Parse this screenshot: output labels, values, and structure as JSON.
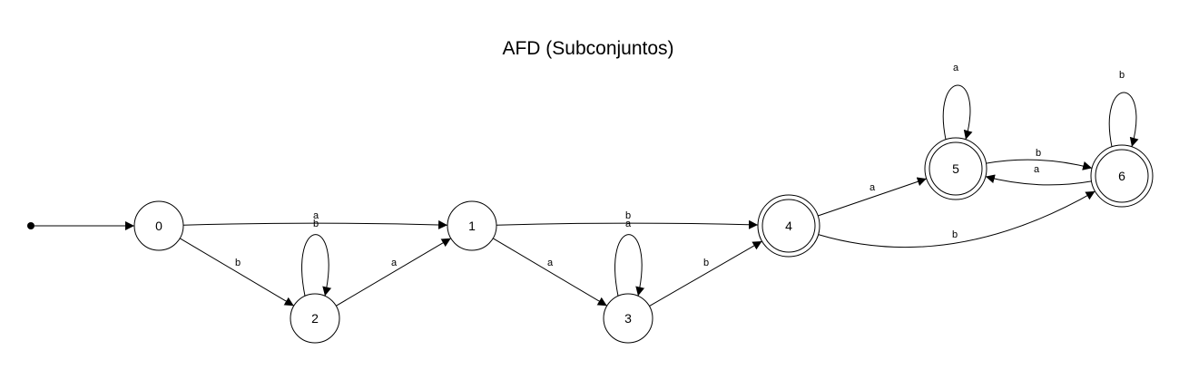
{
  "title": "AFD (Subconjuntos)",
  "start_state": "0",
  "states": [
    {
      "id": "0",
      "label": "0",
      "accepting": false
    },
    {
      "id": "1",
      "label": "1",
      "accepting": false
    },
    {
      "id": "2",
      "label": "2",
      "accepting": false
    },
    {
      "id": "3",
      "label": "3",
      "accepting": false
    },
    {
      "id": "4",
      "label": "4",
      "accepting": true
    },
    {
      "id": "5",
      "label": "5",
      "accepting": true
    },
    {
      "id": "6",
      "label": "6",
      "accepting": true
    }
  ],
  "transitions": [
    {
      "from": "0",
      "to": "1",
      "symbol": "a"
    },
    {
      "from": "0",
      "to": "2",
      "symbol": "b"
    },
    {
      "from": "2",
      "to": "2",
      "symbol": "b"
    },
    {
      "from": "2",
      "to": "1",
      "symbol": "a"
    },
    {
      "from": "1",
      "to": "4",
      "symbol": "b"
    },
    {
      "from": "1",
      "to": "3",
      "symbol": "a"
    },
    {
      "from": "3",
      "to": "3",
      "symbol": "a"
    },
    {
      "from": "3",
      "to": "4",
      "symbol": "b"
    },
    {
      "from": "4",
      "to": "5",
      "symbol": "a"
    },
    {
      "from": "4",
      "to": "6",
      "symbol": "b"
    },
    {
      "from": "5",
      "to": "5",
      "symbol": "a"
    },
    {
      "from": "5",
      "to": "6",
      "symbol": "b"
    },
    {
      "from": "6",
      "to": "5",
      "symbol": "a"
    },
    {
      "from": "6",
      "to": "6",
      "symbol": "b"
    }
  ]
}
